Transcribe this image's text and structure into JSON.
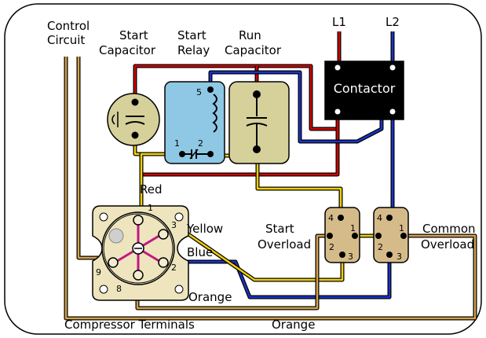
{
  "labels": {
    "control_circuit": [
      "Control",
      "Circuit"
    ],
    "start_capacitor": [
      "Start",
      "Capacitor"
    ],
    "start_relay": [
      "Start",
      "Relay"
    ],
    "run_capacitor": [
      "Run",
      "Capacitor"
    ],
    "l1": "L1",
    "l2": "L2",
    "contactor": "Contactor",
    "red": "Red",
    "yellow": "Yellow",
    "blue": "Blue",
    "orange_inner": "Orange",
    "start_overload": [
      "Start",
      "Overload"
    ],
    "common_overload": [
      "Common",
      "Overload"
    ],
    "compressor_terminals": "Compressor Terminals",
    "orange_bottom": "Orange"
  },
  "relay_terminals": [
    "5",
    "1",
    "2"
  ],
  "compressor_numbers": [
    "1",
    "3",
    "2",
    "8",
    "9"
  ],
  "start_overload_terminals": [
    "4",
    "1",
    "2",
    "3"
  ],
  "common_overload_terminals": [
    "4",
    "1",
    "2",
    "3"
  ],
  "colors": {
    "red_wire": "#d40000",
    "blue_wire": "#1a33c8",
    "yellow_wire": "#f0d000",
    "orange_wire": "#d4a24a",
    "relay_fill": "#8ec8e4",
    "capacitor_fill": "#d6d09a",
    "contactor_fill": "#000000"
  }
}
